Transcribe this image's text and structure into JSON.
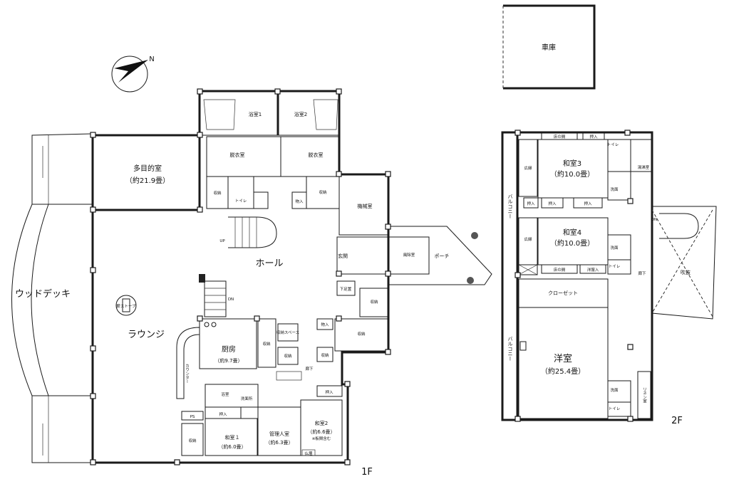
{
  "floor1": {
    "label": "1F",
    "rooms": {
      "multipurpose": "多目的室",
      "multipurpose_size": "（約21.9畳）",
      "bath1": "浴室1",
      "bath2": "浴室2",
      "dressing1": "脱衣室",
      "dressing2": "脱衣室",
      "hall": "ホール",
      "machine": "機械室",
      "entrance": "玄関",
      "windbreak": "風除室",
      "porch": "ポーチ",
      "wood_deck": "ウッドデッキ",
      "lounge": "ラウンジ",
      "kitchen": "厨房",
      "kitchen_size": "（約9.7畳）",
      "counter": "カウンター",
      "japanese1": "和室１",
      "japanese1_size": "（約6.0畳）",
      "manager": "管理人室",
      "manager_size": "（約6.3畳）",
      "japanese2": "和室2",
      "japanese2_size": "（約6.6畳）",
      "japanese2_note": "※板間含む",
      "bathroom_small": "浴室",
      "washroom": "洗面所",
      "corridor": "廊下",
      "shoe_storage": "下足置",
      "up": "UP",
      "dn": "DN",
      "toilet": "トイレ",
      "storage_space": "収納スペース",
      "stove": "薪ストーブ",
      "ps": "PS",
      "storage": "収納",
      "oshiire": "押入",
      "mono": "物入",
      "butsudan": "仏壇"
    }
  },
  "floor2": {
    "label": "2F",
    "rooms": {
      "japanese3": "和室3",
      "japanese3_size": "（約10.0畳）",
      "japanese4": "和室4",
      "japanese4_size": "（約10.0畳）",
      "closet": "クローゼット",
      "western": "洋室",
      "western_size": "（約25.4畳）",
      "balcony_top": "バルコニー",
      "balcony_bottom": "バルコニー",
      "linen": "リネン室",
      "void": "吹抜",
      "corridor": "廊下",
      "tokonoma": "床の間",
      "oshiire": "押入",
      "hiroen": "広縁",
      "senmen": "洗面",
      "toilet": "トイレ",
      "western_oshiire": "洋服入",
      "laundry": "湯沸室",
      "dn": "DN"
    }
  },
  "garage": "車庫",
  "north": "N"
}
